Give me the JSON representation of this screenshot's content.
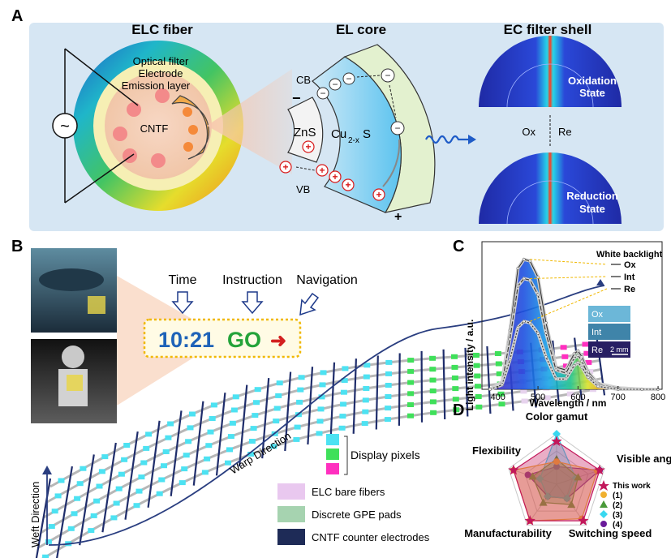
{
  "panel_a": {
    "letter": "A",
    "elc_title": "ELC fiber",
    "elc_labels": {
      "filter": "Optical filter",
      "electrode": "Electrode",
      "emission": "Emission layer",
      "cntf": "CNTF",
      "ac": "~"
    },
    "core_title": "EL core",
    "core_labels": {
      "cb": "CB",
      "vb": "VB",
      "zns": "ZnS",
      "cu_main": "Cu",
      "cu_sub": "2-x",
      "cu_s": "S",
      "minus": "−",
      "plus": "+"
    },
    "shell_title": "EC filter shell",
    "shell_states": {
      "ox_line1": "Oxidation",
      "ox_line2": "State",
      "ox": "Ox",
      "re": "Re",
      "red_line1": "Reduction",
      "red_line2": "State"
    }
  },
  "panel_b": {
    "letter": "B",
    "columns": [
      "Time",
      "Instruction",
      "Navigation"
    ],
    "display": {
      "time": "10:21",
      "go": "GO",
      "arrow": "➜"
    },
    "display_pixels_label": "Display pixels",
    "warp_label": "Warp Direction",
    "weft_label": "Weft Direction",
    "legend": [
      {
        "label": "ELC bare fibers",
        "color": "#e9c8ef"
      },
      {
        "label": "Discrete GPE pads",
        "color": "#a6d3b0"
      },
      {
        "label": "CNTF counter electrodes",
        "color": "#1e2b57"
      }
    ],
    "pixel_colors": [
      "#4de2f2",
      "#3fe05a",
      "#ff2fbf"
    ]
  },
  "panel_c": {
    "letter": "C",
    "legend_title": "White backlight",
    "ylabel": "Light intensity / a.u.",
    "xlabel": "Wavelength / nm",
    "inset_labels": [
      "Ox",
      "Int",
      "Re"
    ],
    "scalebar": "2 mm"
  },
  "panel_d": {
    "letter": "D",
    "axes": [
      "Color gamut",
      "Visible angle",
      "Switching speed",
      "Manufacturability",
      "Flexibility"
    ],
    "legend": [
      "This work",
      "(1)",
      "(2)",
      "(3)",
      "(4)"
    ]
  },
  "chart_data": {
    "type": "line",
    "xlabel": "Wavelength / nm",
    "ylabel": "Light intensity / a.u.",
    "xticks": [
      400,
      500,
      600,
      700,
      800
    ],
    "xlim": [
      360,
      810
    ],
    "ylim": [
      0,
      1.0
    ],
    "legend_title": "White backlight",
    "series": [
      {
        "name": "Ox",
        "x": [
          380,
          410,
          430,
          450,
          465,
          480,
          500,
          520,
          545,
          570,
          590,
          600,
          610,
          625,
          650,
          700,
          760,
          800
        ],
        "y": [
          0.0,
          0.05,
          0.4,
          0.82,
          0.88,
          0.87,
          0.76,
          0.45,
          0.15,
          0.13,
          0.24,
          0.26,
          0.22,
          0.12,
          0.04,
          0.01,
          0.0,
          0.0
        ]
      },
      {
        "name": "Int",
        "x": [
          380,
          410,
          430,
          450,
          465,
          480,
          500,
          520,
          545,
          570,
          590,
          600,
          610,
          625,
          650,
          700,
          760,
          800
        ],
        "y": [
          0.0,
          0.04,
          0.34,
          0.7,
          0.75,
          0.74,
          0.64,
          0.38,
          0.13,
          0.11,
          0.21,
          0.23,
          0.19,
          0.1,
          0.03,
          0.01,
          0.0,
          0.0
        ]
      },
      {
        "name": "Re",
        "x": [
          380,
          410,
          430,
          450,
          465,
          480,
          500,
          520,
          545,
          570,
          590,
          600,
          610,
          625,
          650,
          700,
          760,
          800
        ],
        "y": [
          0.0,
          0.03,
          0.2,
          0.42,
          0.46,
          0.45,
          0.38,
          0.22,
          0.07,
          0.07,
          0.16,
          0.18,
          0.15,
          0.08,
          0.02,
          0.0,
          0.0,
          0.0
        ]
      }
    ]
  },
  "radar_data": {
    "type": "radar",
    "axes": [
      "Color gamut",
      "Visible angle",
      "Switching speed",
      "Manufacturability",
      "Flexibility"
    ],
    "series": [
      {
        "name": "This work",
        "color": "#c2185b",
        "values": [
          0.85,
          0.9,
          0.9,
          0.9,
          0.9
        ]
      },
      {
        "name": "(1)",
        "color": "#f0b030",
        "values": [
          0.45,
          0.85,
          0.85,
          0.9,
          0.9
        ]
      },
      {
        "name": "(2)",
        "color": "#4a9a3a",
        "values": [
          0.5,
          0.45,
          0.5,
          0.45,
          0.5
        ]
      },
      {
        "name": "(3)",
        "color": "#38d8f0",
        "values": [
          1.0,
          0.4,
          0.35,
          0.3,
          0.35
        ]
      },
      {
        "name": "(4)",
        "color": "#6a1b9a",
        "values": [
          0.35,
          0.9,
          0.35,
          0.3,
          0.6
        ]
      }
    ]
  }
}
